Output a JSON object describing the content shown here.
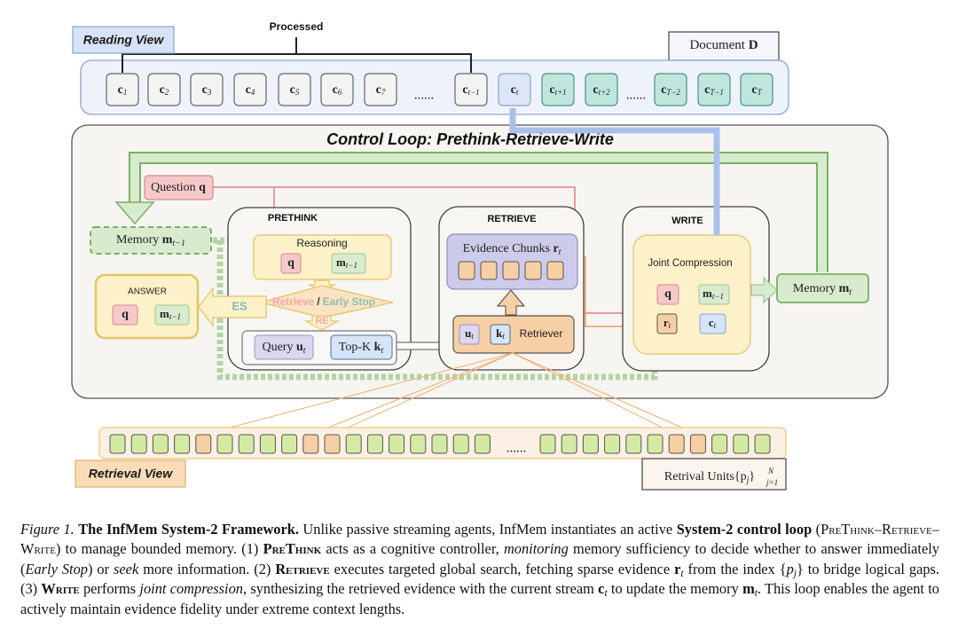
{
  "figure": {
    "reading_view": {
      "label": "Reading View",
      "processed_label": "Processed",
      "document_label": "Document",
      "document_symbol": "D",
      "processed_chunks": [
        {
          "base": "c",
          "sub": "1"
        },
        {
          "base": "c",
          "sub": "2"
        },
        {
          "base": "c",
          "sub": "3"
        },
        {
          "base": "c",
          "sub": "4"
        },
        {
          "base": "c",
          "sub": "5"
        },
        {
          "base": "c",
          "sub": "6"
        },
        {
          "base": "c",
          "sub": "7"
        }
      ],
      "ellipsis": "......",
      "last_processed": {
        "base": "c",
        "sub": "t−1"
      },
      "current_chunk": {
        "base": "c",
        "sub": "t"
      },
      "future_chunks": [
        {
          "base": "c",
          "sub": "t+1"
        },
        {
          "base": "c",
          "sub": "t+2"
        }
      ],
      "tail_chunks": [
        {
          "base": "c",
          "sub": "T−2"
        },
        {
          "base": "c",
          "sub": "T−1"
        },
        {
          "base": "c",
          "sub": "T"
        }
      ]
    },
    "control_loop": {
      "title": "Control Loop: Prethink-Retrieve-Write",
      "question": {
        "label": "Question",
        "symbol": "q"
      },
      "memory_prev": {
        "label": "Memory",
        "symbol": "m",
        "sub": "t−1"
      },
      "memory_next": {
        "label": "Memory",
        "symbol": "m",
        "sub": "t"
      },
      "answer": {
        "title": "ANSWER",
        "items": [
          {
            "symbol": "q"
          },
          {
            "symbol": "m",
            "sub": "t−1"
          }
        ]
      },
      "prethink": {
        "title": "PRETHINK",
        "reasoning_label": "Reasoning",
        "reasoning_items": [
          {
            "symbol": "q"
          },
          {
            "symbol": "m",
            "sub": "t−1"
          }
        ],
        "decision_retrieve": "Retrieve",
        "decision_sep": "/",
        "decision_stop": "Early Stop",
        "es_label": "ES",
        "re_label": "RE",
        "query": {
          "label": "Query",
          "symbol": "u",
          "sub": "t"
        },
        "topk": {
          "label": "Top-K",
          "symbol": "k",
          "sub": "t"
        }
      },
      "retrieve": {
        "title": "RETRIEVE",
        "evidence_label": "Evidence Chunks",
        "evidence_symbol": "r",
        "evidence_sub": "t",
        "evidence_chunk_count": 5,
        "retriever_label": "Retriever",
        "retriever_items": [
          {
            "symbol": "u",
            "sub": "t"
          },
          {
            "symbol": "k",
            "sub": "t"
          }
        ]
      },
      "write": {
        "title": "WRITE",
        "compression_label": "Joint Compression",
        "items": [
          {
            "symbol": "q"
          },
          {
            "symbol": "m",
            "sub": "t−1"
          },
          {
            "symbol": "r",
            "sub": "t"
          },
          {
            "symbol": "c",
            "sub": "t"
          }
        ]
      }
    },
    "retrieval_view": {
      "label": "Retrieval View",
      "units_label": "Retrival Units",
      "units_symbol": "{p_j}_{j=1}^N",
      "units_set": "{p",
      "units_sub": "j",
      "units_sup": "N",
      "units_lower": "j=1",
      "ellipsis": "......",
      "left_units": [
        "g",
        "g",
        "g",
        "g",
        "o",
        "g",
        "g",
        "g",
        "g",
        "o",
        "o",
        "g",
        "g",
        "g",
        "g",
        "g",
        "g",
        "g"
      ],
      "right_units": [
        "g",
        "g",
        "g",
        "g",
        "g",
        "g",
        "o",
        "o",
        "g",
        "g",
        "g"
      ]
    },
    "colors": {
      "reading_bg": "#eef2fb",
      "reading_border": "#8ea4cf",
      "reading_tag": "#d6e2f6",
      "chunk_current": "#dce6f8",
      "chunk_future": "#bfe6dc",
      "loop_bg": "#f7f5f1",
      "green_light": "#d8ebcf",
      "green_border": "#79b062",
      "yellow_bg": "#fdf1c9",
      "yellow_border": "#e3c46a",
      "red_bg": "#f5c9c9",
      "red_border": "#d98787",
      "purple_bg": "#cdcbea",
      "blue_bg": "#d5e4f8",
      "orange_bg": "#f6cfa4",
      "orange_line": "#f2b37a",
      "blue_line": "#a9c1ea",
      "unit_green": "#d4eaa3",
      "retrieval_bg": "#fcf0e4"
    }
  },
  "caption": {
    "figure_label": "Figure 1.",
    "title": "The InfMem System-2 Framework.",
    "s1": " Unlike passive streaming agents, InfMem instantiates an active ",
    "b1": "System-2 control loop",
    "s2a": " (",
    "sc1": "PreThink",
    "dash1": "–",
    "sc2": "Retrieve",
    "dash2": "–",
    "sc3": "Write",
    "s2b": ") to manage bounded memory.  (1) ",
    "bsc1": "PreThink",
    "s3": " acts as a cognitive controller, ",
    "i1": "monitoring",
    "s4": " memory sufficiency to decide whether to answer immediately (",
    "i2": "Early Stop",
    "s5": ") or ",
    "i3": "seek",
    "s6": " more information. (2) ",
    "bsc2": "Retrieve",
    "s7": " executes targeted global search, fetching sparse evidence ",
    "m1": "r",
    "m1s": "t",
    "s8": " from the index {",
    "m2": "p",
    "m2s": "j",
    "s9": "} to bridge logical gaps. (3) ",
    "bsc3": "Write",
    "s10": " performs ",
    "i4": "joint compression",
    "s11": ", synthesizing the retrieved evidence with the current stream ",
    "m3": "c",
    "m3s": "t",
    "s12": " to update the memory ",
    "m4": "m",
    "m4s": "t",
    "s13": ". This loop enables the agent to actively maintain evidence fidelity under extreme context lengths."
  }
}
